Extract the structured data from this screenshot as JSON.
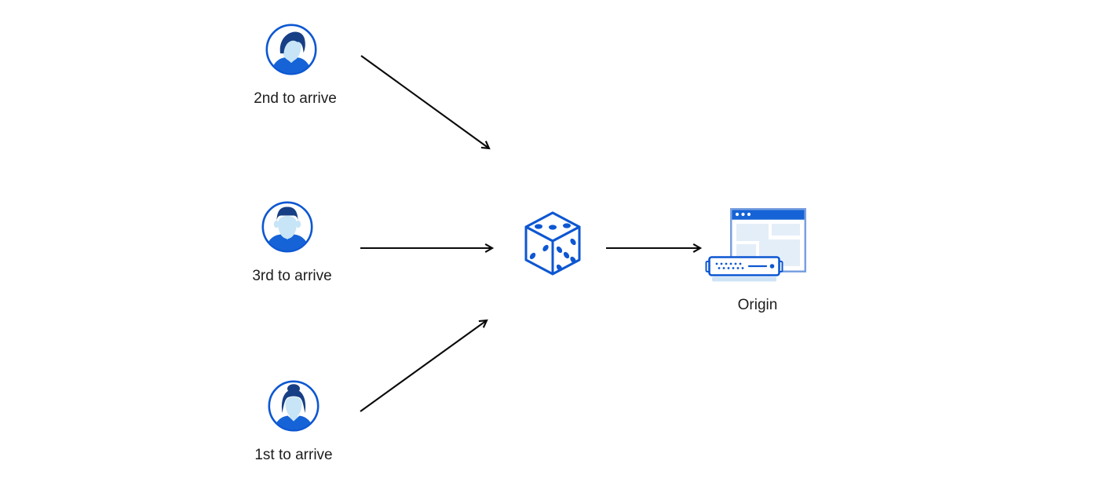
{
  "diagram": {
    "description": "Three visitors arrive in order and are routed randomly (dice) to the Origin",
    "users": [
      {
        "label": "2nd to arrive",
        "icon": "male-avatar-swept-hair-icon",
        "position": "top"
      },
      {
        "label": "3rd to arrive",
        "icon": "male-avatar-flat-hair-icon",
        "position": "middle"
      },
      {
        "label": "1st to arrive",
        "icon": "female-avatar-bun-hair-icon",
        "position": "bottom"
      }
    ],
    "randomizer": {
      "icon": "dice-icon",
      "die_faces": {
        "top_pips": 3,
        "left_pips": 2,
        "right_pips": 5
      }
    },
    "origin": {
      "label": "Origin",
      "icon": "origin-server-browser-icon"
    },
    "arrows": [
      {
        "from": "user-2nd-to-arrive",
        "to": "dice"
      },
      {
        "from": "user-3rd-to-arrive",
        "to": "dice"
      },
      {
        "from": "user-1st-to-arrive",
        "to": "dice"
      },
      {
        "from": "dice",
        "to": "origin"
      }
    ],
    "colors": {
      "outline_blue": "#0d57d2",
      "dark_blue": "#173f85",
      "light_blue": "#c7e5f6",
      "mid_blue": "#1563d6",
      "pale_blue": "#e4eef9",
      "server_shadow_blue": "#cfe3f5",
      "window_border_blue": "#7aa0e0",
      "arrow_black": "#0a0a0a",
      "text": "#1d1d1f",
      "background": "#ffffff"
    }
  }
}
